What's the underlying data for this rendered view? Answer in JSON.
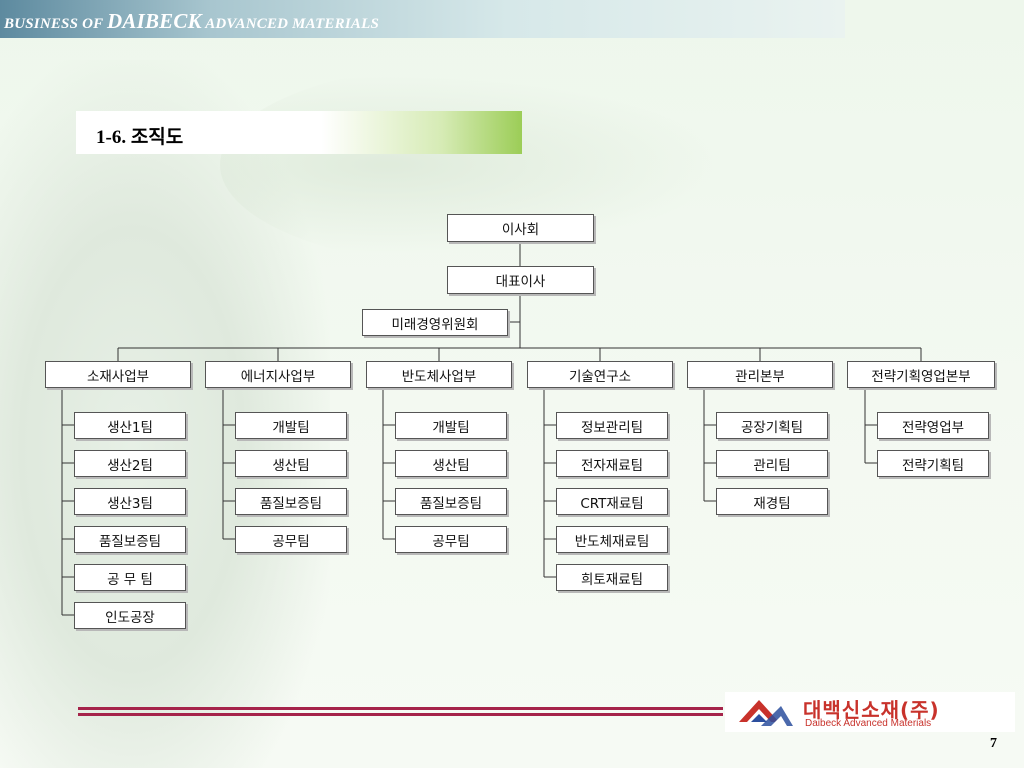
{
  "header": {
    "prefix": "BUSINESS OF ",
    "brand": "DAIBECK",
    "suffix": " ADVANCED MATERIALS"
  },
  "title": "1-6.  조직도",
  "org": {
    "board": "이사회",
    "ceo": "대표이사",
    "committee": "미래경영위원회",
    "divisions": [
      {
        "name": "소재사업부",
        "teams": [
          "생산1팀",
          "생산2팀",
          "생산3팀",
          "품질보증팀",
          "공 무 팀",
          "인도공장"
        ]
      },
      {
        "name": "에너지사업부",
        "teams": [
          "개발팀",
          "생산팀",
          "품질보증팀",
          "공무팀"
        ]
      },
      {
        "name": "반도체사업부",
        "teams": [
          "개발팀",
          "생산팀",
          "품질보증팀",
          "공무팀"
        ]
      },
      {
        "name": "기술연구소",
        "teams": [
          "정보관리팀",
          "전자재료팀",
          "CRT재료팀",
          "반도체재료팀",
          "희토재료팀"
        ]
      },
      {
        "name": "관리본부",
        "teams": [
          "공장기획팀",
          "관리팀",
          "재경팀"
        ]
      },
      {
        "name": "전략기획영업본부",
        "teams": [
          "전략영업부",
          "전략기획팀"
        ]
      }
    ]
  },
  "logo": {
    "name": "대백신소재(주)",
    "subtitle": "Daibeck Advanced Materials"
  },
  "page_number": "7",
  "colors": {
    "accent_rule": "#a5234a",
    "logo_red": "#c8322b",
    "title_green": "#9ccd57"
  }
}
